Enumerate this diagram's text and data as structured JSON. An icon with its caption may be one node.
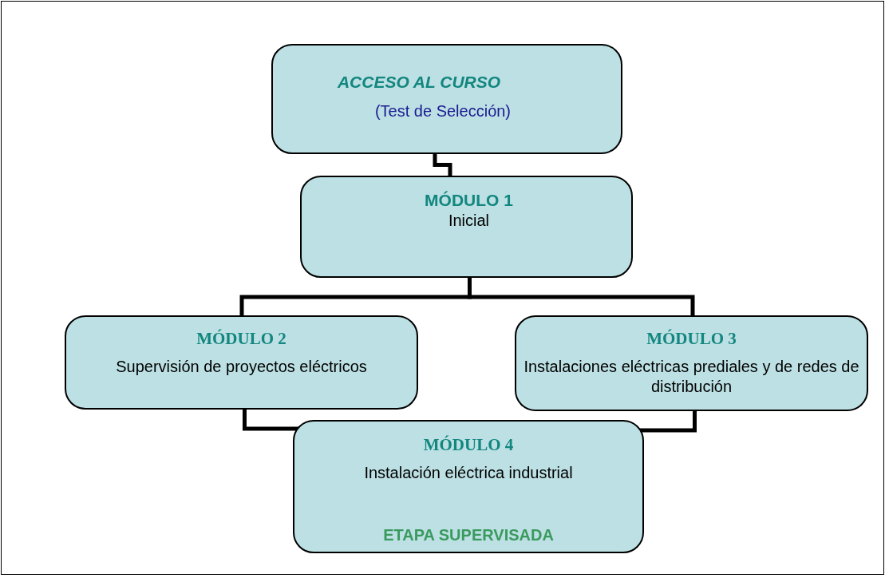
{
  "diagram": {
    "nodes": [
      {
        "text": [
          "ACCESO AL CURSO",
          "(Test de Selección)"
        ]
      },
      {
        "text": [
          "MÓDULO 1",
          "Inicial"
        ]
      },
      {
        "text": [
          "MÓDULO 2",
          "Supervisión de proyectos eléctricos"
        ]
      },
      {
        "text": [
          "MÓDULO 3",
          "Instalaciones eléctricas prediales y de redes de distribución"
        ]
      },
      {
        "text": [
          "MÓDULO 4",
          "Instalación eléctrica industrial",
          "ETAPA SUPERVISADA"
        ]
      }
    ],
    "edges": [
      {
        "from": 0,
        "to": 1,
        "arrow": "none"
      },
      {
        "from": 1,
        "to": 2,
        "arrow": "none"
      },
      {
        "from": 1,
        "to": 3,
        "arrow": "none"
      },
      {
        "from": 2,
        "to": 4,
        "arrow": "none"
      },
      {
        "from": 3,
        "to": 4,
        "arrow": "none"
      }
    ]
  }
}
